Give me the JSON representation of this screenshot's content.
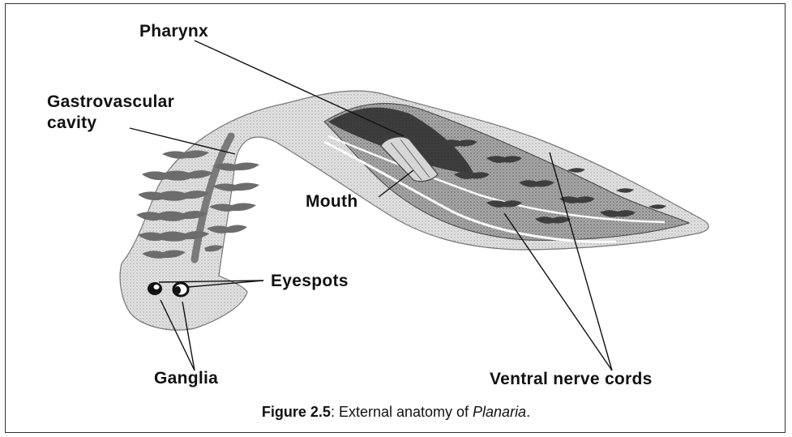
{
  "diagram": {
    "labels": {
      "pharynx": "Pharynx",
      "gastro_line1": "Gastrovascular",
      "gastro_line2": "cavity",
      "mouth": "Mouth",
      "eyespots": "Eyespots",
      "ganglia": "Ganglia",
      "ventral_nerve_cords": "Ventral nerve cords"
    }
  },
  "caption": {
    "figure_number": "Figure 2.5",
    "text": ": External anatomy of ",
    "species": "Planaria",
    "end": "."
  },
  "colors": {
    "body_light": "#e4e4e4",
    "body_mid": "#bdbdbd",
    "body_dark": "#3a3a3a",
    "gut_branch": "#6c6c6c",
    "line": "#111111"
  }
}
